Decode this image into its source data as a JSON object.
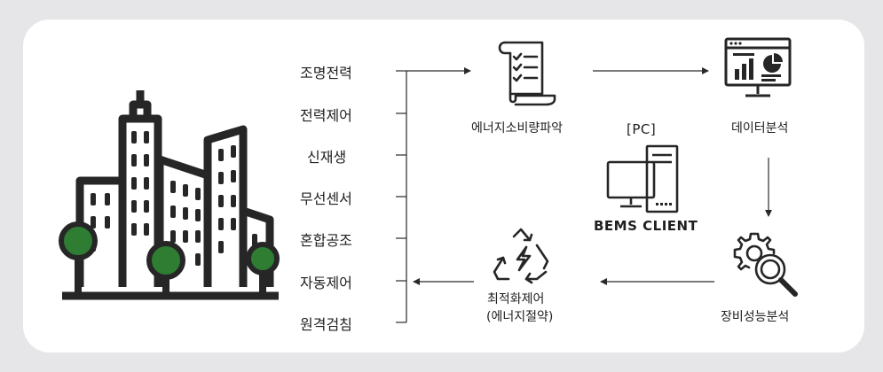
{
  "sources": [
    "조명전력",
    "전력제어",
    "신재생",
    "무선센서",
    "혼합공조",
    "자동제어",
    "원격검침"
  ],
  "steps": {
    "energy_usage": "에너지소비량파악",
    "data_analysis": "데이터분석",
    "equipment_analysis": "장비성능분석",
    "optimization_line1": "최적화제어",
    "optimization_line2": "(에너지절약)"
  },
  "client": {
    "pc_label": "[PC]",
    "name": "BEMS CLIENT"
  },
  "colors": {
    "line": "#2a2a2a",
    "tree": "#2e7d32",
    "card": "#ffffff",
    "background": "#e6e6e8"
  },
  "icons": [
    "building-icon",
    "checklist-document-icon",
    "analytics-monitor-icon",
    "desktop-computer-icon",
    "gear-magnifier-icon",
    "recycle-energy-icon"
  ]
}
